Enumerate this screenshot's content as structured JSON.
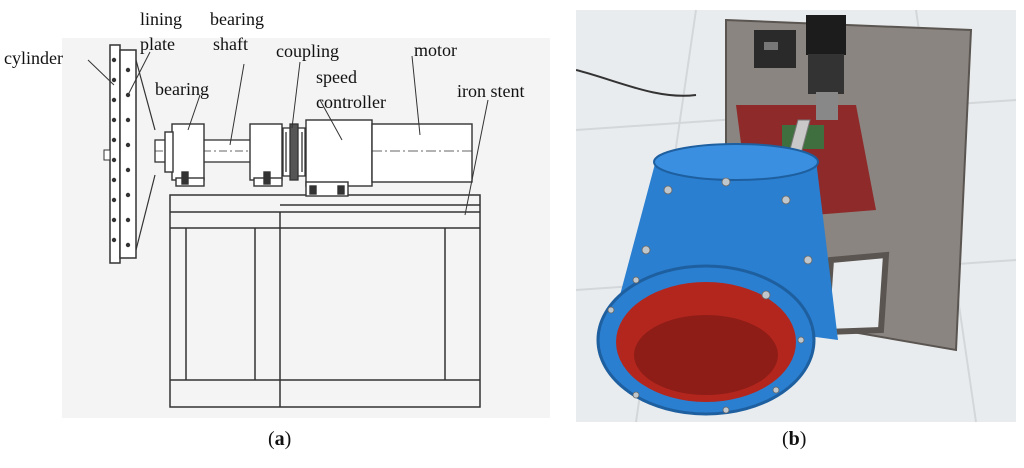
{
  "diagram": {
    "labels": {
      "cylinder": "cylinder",
      "lining_plate_1": "lining",
      "lining_plate_2": "plate",
      "bearing": "bearing",
      "bearing_shaft_1": "bearing",
      "bearing_shaft_2": "shaft",
      "coupling": "coupling",
      "speed_controller_1": "speed",
      "speed_controller_2": "controller",
      "motor": "motor",
      "iron_stent": "iron stent"
    }
  },
  "captions": {
    "a_open": "(",
    "a_letter": "a",
    "a_close": ")",
    "b_open": "(",
    "b_letter": "b",
    "b_close": ")"
  },
  "colors": {
    "drawing_bg": "#f4f4f4",
    "line": "#333333",
    "photo_floor": "#e9ecee",
    "platform": "#8a8580",
    "red_plate": "#8e2a2a",
    "drum_blue": "#2b7fd0",
    "drum_inner_red": "#b3261e"
  }
}
